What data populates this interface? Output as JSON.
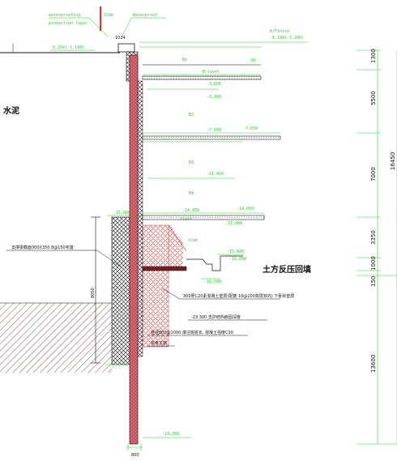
{
  "labels": {
    "top_left_1": "waterproofing",
    "top_left_2": "protection layer",
    "top_mid": "Slab",
    "top_right": "Waterproof",
    "wall_label": "1024",
    "left_level": "-0.250(-1.100)",
    "top_right_level": "-0.100(-7.200)",
    "left_heading": "水泥",
    "b1": "B1",
    "b_slab": "B-level",
    "lvl_a": "-3.650",
    "lvl_b": "-3.900",
    "b2": "B2",
    "lvl_c": "-7.650",
    "lvl_d": "-7.650",
    "b3": "B3",
    "lvl_e": "-11.450",
    "b4": "B4",
    "lvl_f": "-14.450",
    "lvl_g": "-14.450",
    "lvl_h": "-15.000",
    "lvl_left": "-15.000",
    "floor_label": "floor",
    "slab_label": "slab",
    "pit_1": "-15.600",
    "pit_2": "-16.000",
    "pit_3": "-16.500",
    "side_note": "支撑梁截面300X350 8@150布置",
    "backfill_note": "土方反压回填",
    "note_1": "300厚C20素混凝土垫层(配筋 10@200双层双向) 下卧砂垫层",
    "note_2": "-23.300 支护结构嵌固深度",
    "note_3": "桩径800@1000 灌注桩桩长, 混凝土强度C30",
    "note_4": "桩身主筋",
    "bottom_level": "-23.300",
    "bottom_dim": "800",
    "left_dim": "8050"
  },
  "dims": [
    "1300",
    "5500",
    "7000",
    "3350",
    "1000",
    "150",
    "13600"
  ],
  "total_dim": "16450",
  "colors": {
    "green": "#1fd41f",
    "red_pile": "#b8343f",
    "hatch": "#8a6a5a",
    "dark": "#111111",
    "red_mark": "#e01b1b"
  }
}
